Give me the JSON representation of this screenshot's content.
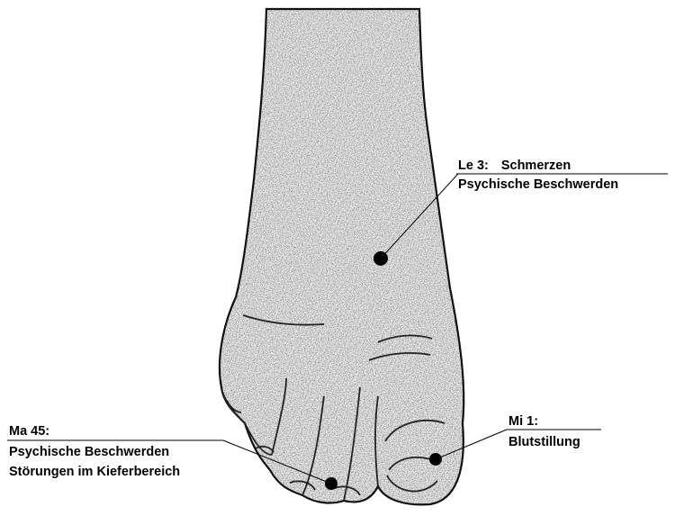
{
  "colors": {
    "ink": "#000000",
    "paper": "#ffffff",
    "skin": "#f4f4f4"
  },
  "points": {
    "le3": {
      "title": "Le 3:",
      "line1": "Schmerzen",
      "line2": "Psychische Beschwerden"
    },
    "ma45": {
      "title": "Ma 45:",
      "line1": "Psychische Beschwerden",
      "line2": "Störungen im Kieferbereich"
    },
    "mi1": {
      "title": "Mi 1:",
      "line1": "Blutstillung"
    }
  }
}
